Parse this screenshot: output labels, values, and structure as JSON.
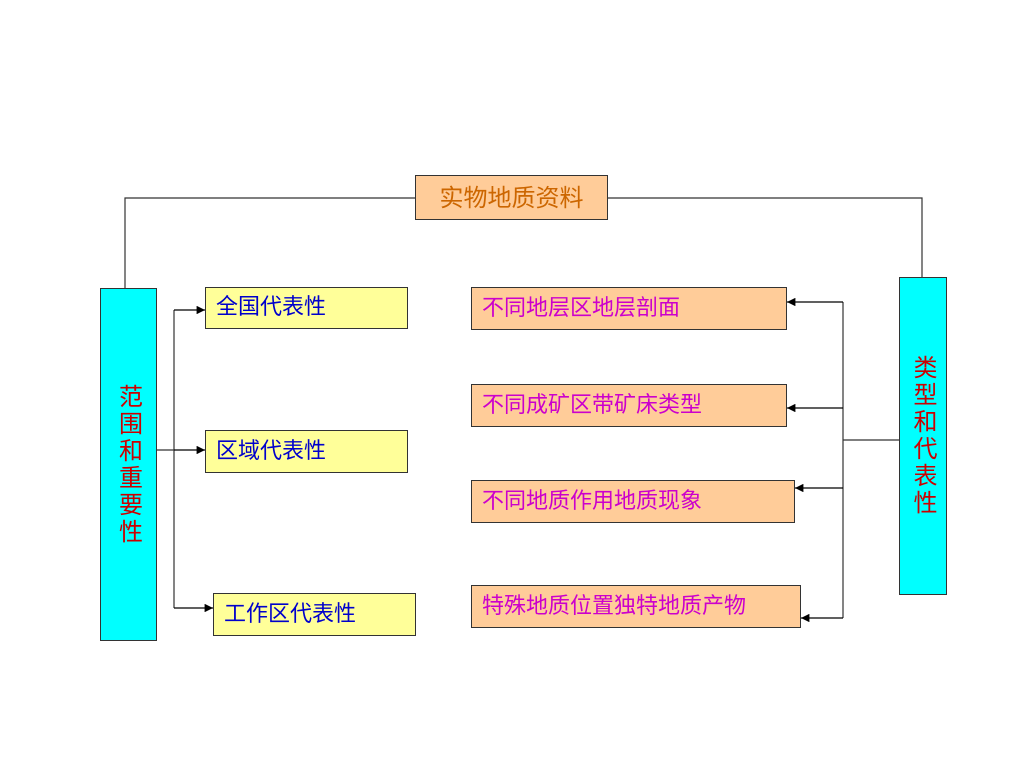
{
  "colors": {
    "cyan_fill": "#00ffff",
    "yellow_fill": "#ffff99",
    "orange_fill": "#ffcc99",
    "blue_text": "#0000cc",
    "magenta_text": "#cc00cc",
    "red_text": "#cc0000",
    "title_text": "#cc6600",
    "line": "#333333"
  },
  "diagram": {
    "root": {
      "label": "实物地质资料",
      "icon": "none"
    },
    "left_branch": {
      "label": "范围和重要性",
      "children": [
        "全国代表性",
        "区域代表性",
        "工作区代表性"
      ]
    },
    "right_branch": {
      "label": "类型和代表性",
      "children": [
        "不同地层区地层剖面",
        "不同成矿区带矿床类型",
        "不同地质作用地质现象",
        "特殊地质位置独特地质产物"
      ]
    }
  }
}
